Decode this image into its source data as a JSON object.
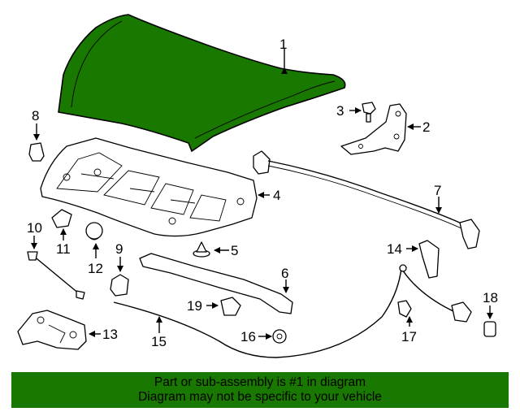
{
  "diagram": {
    "highlight_color": "#187800",
    "callouts": [
      "1",
      "2",
      "3",
      "4",
      "5",
      "6",
      "7",
      "8",
      "9",
      "10",
      "11",
      "12",
      "13",
      "14",
      "15",
      "16",
      "17",
      "18",
      "19"
    ]
  },
  "banner": {
    "line1": "Part or sub-assembly is #1 in diagram",
    "line2": "Diagram may not be specific to your vehicle",
    "background": "#187800"
  }
}
